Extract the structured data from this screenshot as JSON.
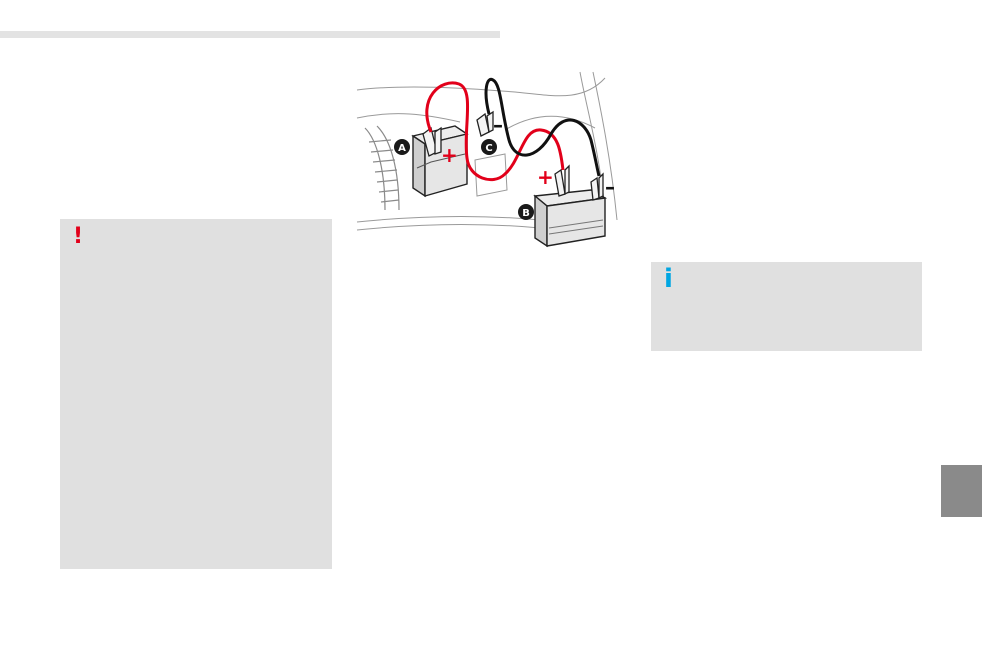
{
  "colors": {
    "warning": "#e2001a",
    "info": "#00a6e2",
    "panel": "#e0e0e0",
    "tab": "#8a8a8a"
  },
  "warning_box": {
    "icon": "exclamation-icon",
    "symbol": "!"
  },
  "info_box": {
    "icon": "info-icon",
    "symbol": "i"
  },
  "diagram": {
    "label_a": "A",
    "label_b": "B",
    "label_c": "C",
    "plus_a": "+",
    "plus_b": "+",
    "minus_c": "–",
    "minus_b": "–"
  }
}
